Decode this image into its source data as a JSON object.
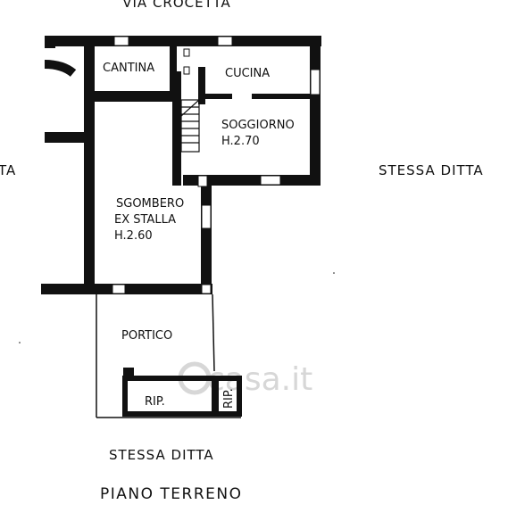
{
  "header": {
    "street": "VIA CROCETTA"
  },
  "rooms": {
    "cantina": "CANTINA",
    "cucina": "CUCINA",
    "soggiorno": "SOGGIORNO",
    "soggiorno_height": "H.2.70",
    "sgombero": "SGOMBERO",
    "ex_stalla": "EX STALLA",
    "sgombero_height": "H.2.60",
    "portico": "PORTICO",
    "rip_1": "RIP.",
    "rip_2": "RIP."
  },
  "neighbors": {
    "left": "TA",
    "right": "STESSA DITTA",
    "bottom": "STESSA DITTA"
  },
  "footer": {
    "floor": "PIANO TERRENO"
  },
  "watermark": "casa.it",
  "colors": {
    "walls": "#111111",
    "watermark": "#d7d7d7"
  }
}
